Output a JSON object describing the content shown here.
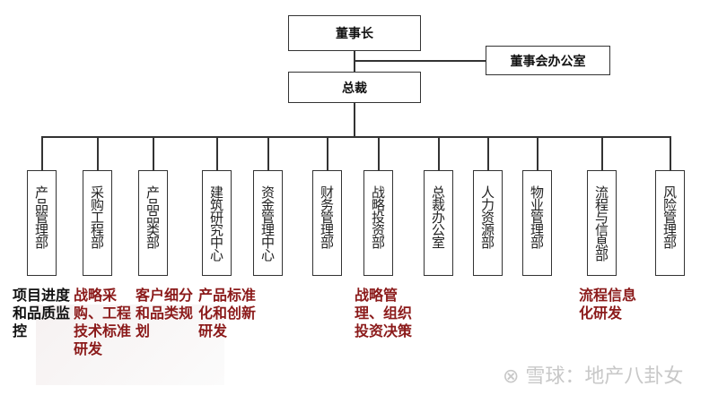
{
  "top": {
    "chairman": "董事长",
    "board_office": "董事会办公室",
    "president": "总裁"
  },
  "departments": [
    "产品管理部",
    "采购工程部",
    "产品品类部",
    "建筑研究中心",
    "资金管理中心",
    "财务管理部",
    "战略投资部",
    "总裁办公室",
    "人力资源部",
    "物业管理部",
    "流程与信息部",
    "风险管理部"
  ],
  "notes": {
    "n1": "项目进度和品质监控",
    "n2": "战略采购、工程技术标准研发",
    "n3": "客户细分和品类规划",
    "n4": "产品标准化和创新研发",
    "n7": "战略管理、组织投资决策",
    "n11": "流程信息化研发"
  },
  "watermark": "⊗ 雪球：地产八卦女",
  "colors": {
    "note": "#8b1a1a",
    "note_black": "#111111"
  }
}
